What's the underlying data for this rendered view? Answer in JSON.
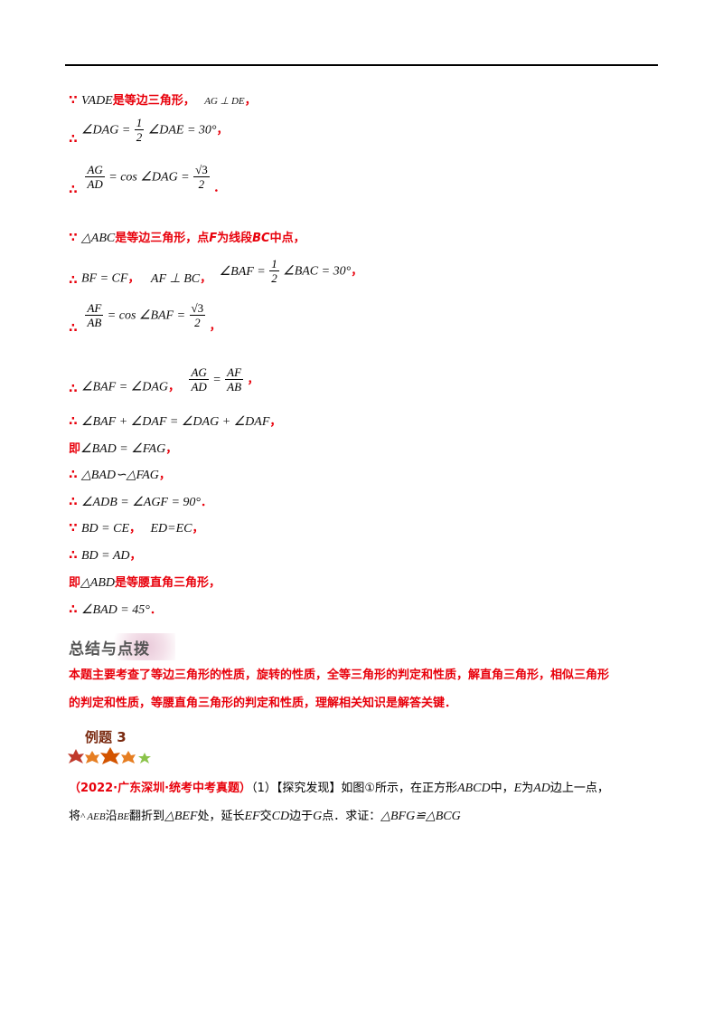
{
  "lines": {
    "l1": {
      "a": "V",
      "b": "ADE",
      "c": "是等边三角形，",
      "d": "AG ⊥ DE",
      "e": "，"
    },
    "l2": {
      "a": "∠DAG =",
      "num": "1",
      "den": "2",
      "b": "∠DAE = 30°",
      "c": "，"
    },
    "l3": {
      "num": "AG",
      "den": "AD",
      "a": "= cos ∠DAG =",
      "rnum": "√3",
      "rden": "2",
      "b": "．"
    },
    "l4": {
      "a": "△ABC",
      "b": "是等边三角形，点",
      "c": "F",
      "d": "为线段",
      "e": "BC",
      "f": "中点，"
    },
    "l5": {
      "a": "BF = CF",
      "b": "，",
      "c": "AF ⊥ BC",
      "d": "，",
      "e": "∠BAF =",
      "num": "1",
      "den": "2",
      "f": "∠BAC = 30°",
      "g": "，"
    },
    "l6": {
      "num": "AF",
      "den": "AB",
      "a": "= cos ∠BAF =",
      "rnum": "√3",
      "rden": "2",
      "b": "，"
    },
    "l7": {
      "a": "∠BAF = ∠DAG",
      "b": "，",
      "n1": "AG",
      "d1": "AD",
      "eq": "=",
      "n2": "AF",
      "d2": "AB",
      "c": "，"
    },
    "l8": {
      "a": "∠BAF + ∠DAF = ∠DAG + ∠DAF",
      "b": "，"
    },
    "l9": {
      "a": "即",
      "b": "∠BAD = ∠FAG",
      "c": "，"
    },
    "l10": {
      "a": "△BAD∽△FAG",
      "b": "，"
    },
    "l11": {
      "a": "∠ADB = ∠AGF = 90°",
      "b": "．"
    },
    "l12": {
      "a": "BD = CE",
      "b": "，",
      "c": "ED=EC",
      "d": "，"
    },
    "l13": {
      "a": "BD = AD",
      "b": "，"
    },
    "l14": {
      "a": "即",
      "b": "△ABD",
      "c": "是等腰直角三角形，"
    },
    "l15": {
      "a": "∠BAD = 45°",
      "b": "．"
    }
  },
  "symbols": {
    "because": "∵",
    "therefore": "∴"
  },
  "summary": {
    "heading": "总结与点拨",
    "line1": "本题主要考查了等边三角形的性质，旋转的性质，全等三角形的判定和性质，解直角三角形，相似三角形",
    "line2": "的判定和性质，等腰直角三角形的判定和性质，理解相关知识是解答关键．"
  },
  "example": {
    "title": "例题 3"
  },
  "question": {
    "source": "（2022·广东深圳·统考中考真题）",
    "line1_a": "（1）【探究发现】如图①所示，在正方形",
    "line1_b": "ABCD",
    "line1_c": "中，",
    "line1_d": "E",
    "line1_e": "为",
    "line1_f": "AD",
    "line1_g": "边上一点，",
    "line2_a": "将",
    "line2_b": "^ AEB",
    "line2_c": "沿",
    "line2_d": "BE",
    "line2_e": "翻折到",
    "line2_f": "△BEF",
    "line2_g": "处，延长",
    "line2_h": "EF",
    "line2_i": "交",
    "line2_j": "CD",
    "line2_k": "边于",
    "line2_l": "G",
    "line2_m": "点．求证：",
    "line2_n": "△BFG≌△BCG"
  }
}
